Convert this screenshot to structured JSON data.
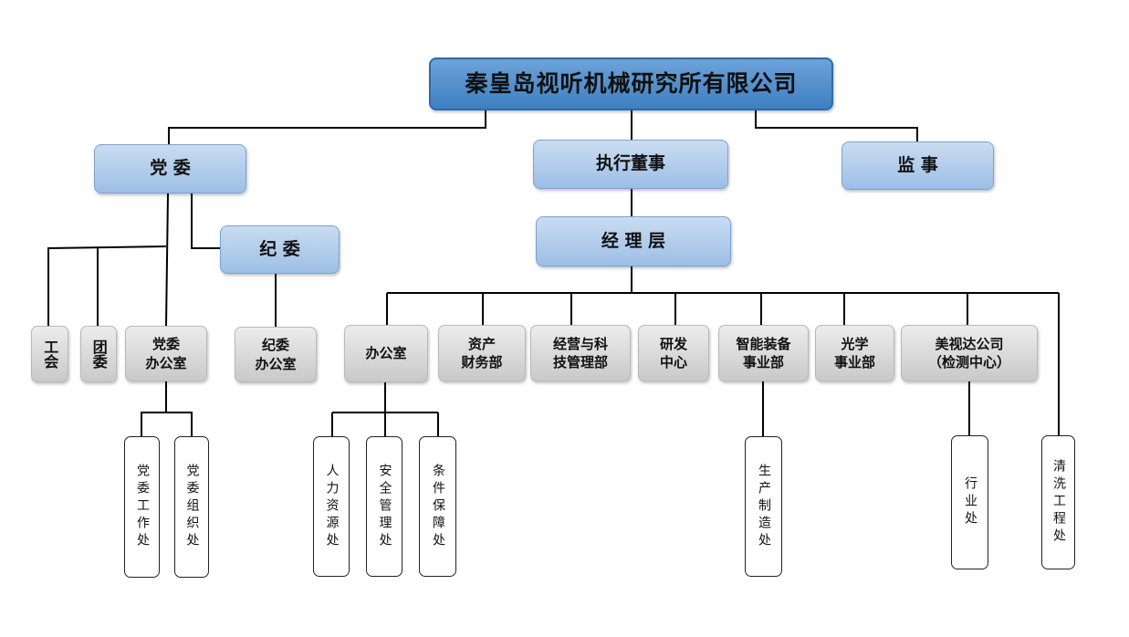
{
  "root": {
    "label": "秦皇岛视听机械研究所有限公司"
  },
  "top": {
    "party_committee": "党 委",
    "executive_director": "执行董事",
    "supervisor": "监 事",
    "discipline_committee": "纪 委",
    "management": "经 理 层"
  },
  "party_units": {
    "union": "工会",
    "youth_league": "团委",
    "party_office": "党委\n办公室",
    "discipline_office": "纪委\n办公室"
  },
  "party_office_sections": {
    "work": "党委工作处",
    "organization": "党委组织处"
  },
  "departments": {
    "office": "办公室",
    "finance": "资产\n财务部",
    "business_tech": "经营与科\n技管理部",
    "rd_center": "研发\n中心",
    "smart_equipment": "智能装备\n事业部",
    "optics": "光学\n事业部",
    "meishida": "美视达公司\n（检测中心）",
    "cleaning": "清洗工程处"
  },
  "office_sections": {
    "hr": "人力资源处",
    "safety": "安全管理处",
    "support": "条件保障处"
  },
  "smart_equipment_sections": {
    "production": "生产制造处"
  },
  "meishida_sections": {
    "industry": "行业处"
  },
  "colors": {
    "root_fill": "#4f8fce",
    "blue_fill": "#aecbeb",
    "gray_fill": "#d6d6d6",
    "line": "#000000"
  }
}
